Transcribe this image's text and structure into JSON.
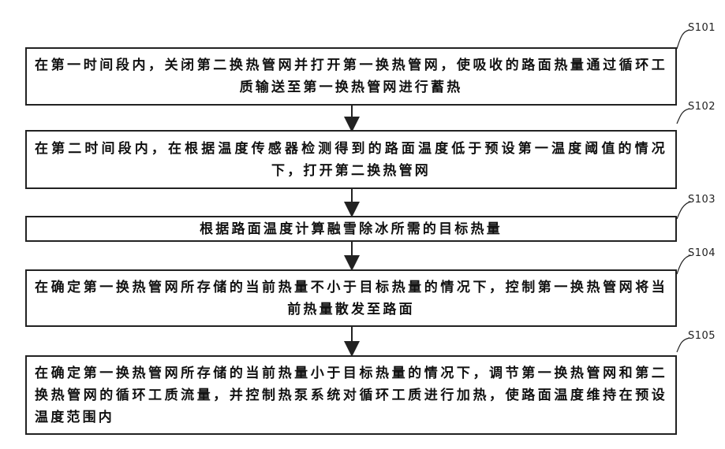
{
  "steps": [
    {
      "id": "S101",
      "text": "在第一时间段内，关闭第二换热管网并打开第一换热管网，使吸收的路面热量通过循环工质输送至第一换热管网进行蓄热"
    },
    {
      "id": "S102",
      "text": "在第二时间段内，在根据温度传感器检测得到的路面温度低于预设第一温度阈值的情况下，打开第二换热管网"
    },
    {
      "id": "S103",
      "text": "根据路面温度计算融雪除冰所需的目标热量"
    },
    {
      "id": "S104",
      "text": "在确定第一换热管网所存储的当前热量不小于目标热量的情况下，控制第一换热管网将当前热量散发至路面"
    },
    {
      "id": "S105",
      "text": "在确定第一换热管网所存储的当前热量小于目标热量的情况下，调节第一换热管网和第二换热管网的循环工质流量，并控制热泵系统对循环工质进行加热，使路面温度维持在预设温度范围内"
    }
  ]
}
